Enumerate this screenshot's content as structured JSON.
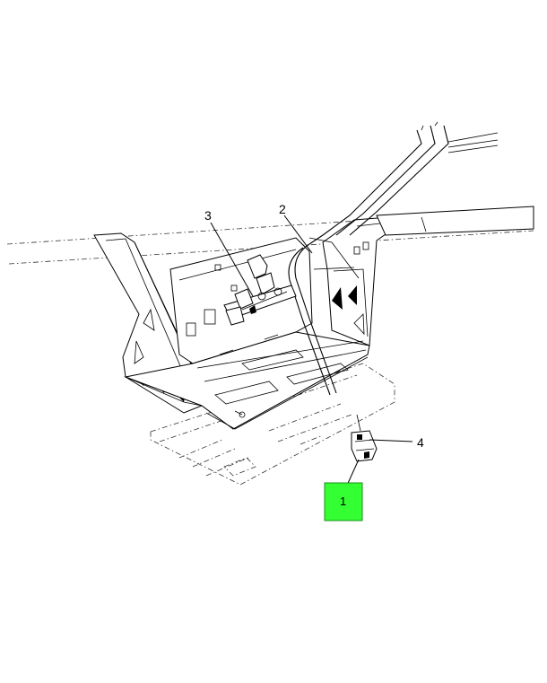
{
  "callouts": [
    {
      "id": "1",
      "label": "1",
      "highlighted": true
    },
    {
      "id": "2",
      "label": "2",
      "highlighted": false
    },
    {
      "id": "3",
      "label": "3",
      "highlighted": false
    },
    {
      "id": "4",
      "label": "4",
      "highlighted": false
    }
  ],
  "colors": {
    "highlight": "#33ff33",
    "line": "#000000",
    "background": "#ffffff"
  }
}
